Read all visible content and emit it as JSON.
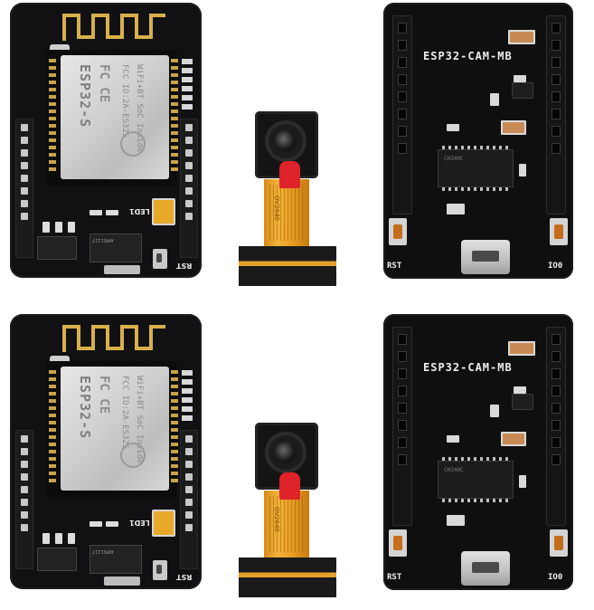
{
  "product_set": {
    "rows": [
      {
        "esp_board": {
          "chip_name": "ESP32-S",
          "cert_marks": "FC CE",
          "fcc_id": "FCC ID:2A-ES32S",
          "wifi_line": "WiFi+BT SoC Inside",
          "silk_led": "LED1",
          "silk_rst": "RST",
          "regulator_label": "AMS1117"
        },
        "camera": {
          "flex_text": "OV2640"
        },
        "mb_board": {
          "title": "ESP32-CAM-MB",
          "chip_label": "CH340C",
          "label_rst": "RST",
          "label_io0": "IO0"
        }
      },
      {
        "esp_board": {
          "chip_name": "ESP32-S",
          "cert_marks": "FC CE",
          "fcc_id": "FCC ID:2A-ES32S",
          "wifi_line": "WiFi+BT SoC Inside",
          "silk_led": "LED1",
          "silk_rst": "RST",
          "regulator_label": "AMS1117"
        },
        "camera": {
          "flex_text": "OV2640"
        },
        "mb_board": {
          "title": "ESP32-CAM-MB",
          "chip_label": "CH340C",
          "label_rst": "RST",
          "label_io0": "IO0"
        }
      }
    ]
  },
  "colors": {
    "background": "#ffffff",
    "pcb": "#111113",
    "shield": "#d2d2d2",
    "flex_cable": "#f2b33a",
    "camera_tab": "#e0222a",
    "button_cap": "#c46d1c"
  }
}
